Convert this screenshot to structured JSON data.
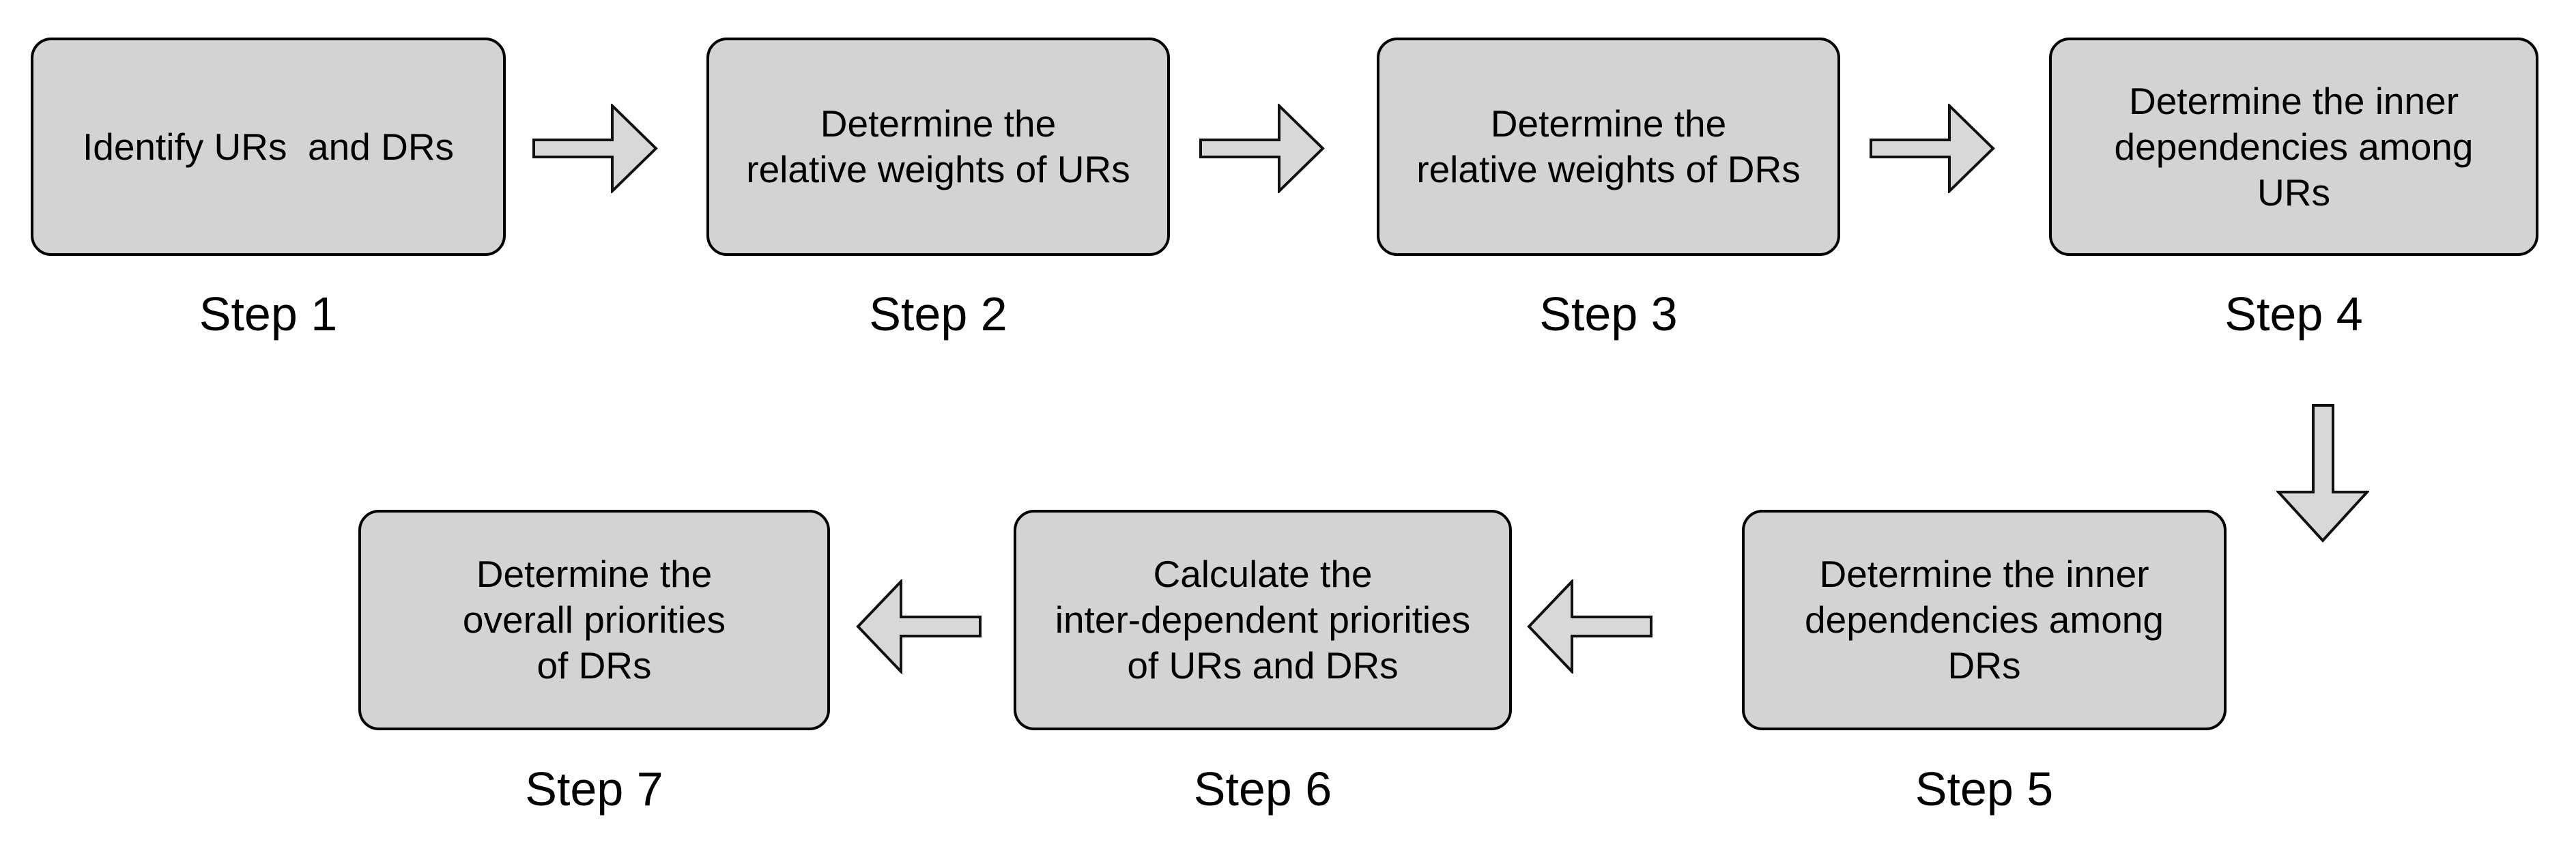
{
  "diagram": {
    "steps": [
      {
        "label": "Step 1",
        "text": "Identify URs  and DRs"
      },
      {
        "label": "Step 2",
        "text": "Determine the\nrelative weights of URs"
      },
      {
        "label": "Step 3",
        "text": "Determine the\nrelative weights of DRs"
      },
      {
        "label": "Step 4",
        "text": "Determine the inner\ndependencies among\nURs"
      },
      {
        "label": "Step 5",
        "text": "Determine the inner\ndependencies among\nDRs"
      },
      {
        "label": "Step 6",
        "text": "Calculate the\ninter-dependent priorities\nof URs and DRs"
      },
      {
        "label": "Step 7",
        "text": "Determine the\noverall priorities\nof DRs"
      }
    ],
    "arrows": [
      {
        "from": "Step 1",
        "to": "Step 2",
        "direction": "right"
      },
      {
        "from": "Step 2",
        "to": "Step 3",
        "direction": "right"
      },
      {
        "from": "Step 3",
        "to": "Step 4",
        "direction": "right"
      },
      {
        "from": "Step 4",
        "to": "Step 5",
        "direction": "down"
      },
      {
        "from": "Step 5",
        "to": "Step 6",
        "direction": "left"
      },
      {
        "from": "Step 6",
        "to": "Step 7",
        "direction": "left"
      }
    ],
    "colors": {
      "background": "#ffffff",
      "box_fill": "#d3d3d3",
      "box_border": "#000000",
      "arrow_fill": "#d8d8d8",
      "arrow_border": "#111111",
      "text": "#000000"
    }
  }
}
